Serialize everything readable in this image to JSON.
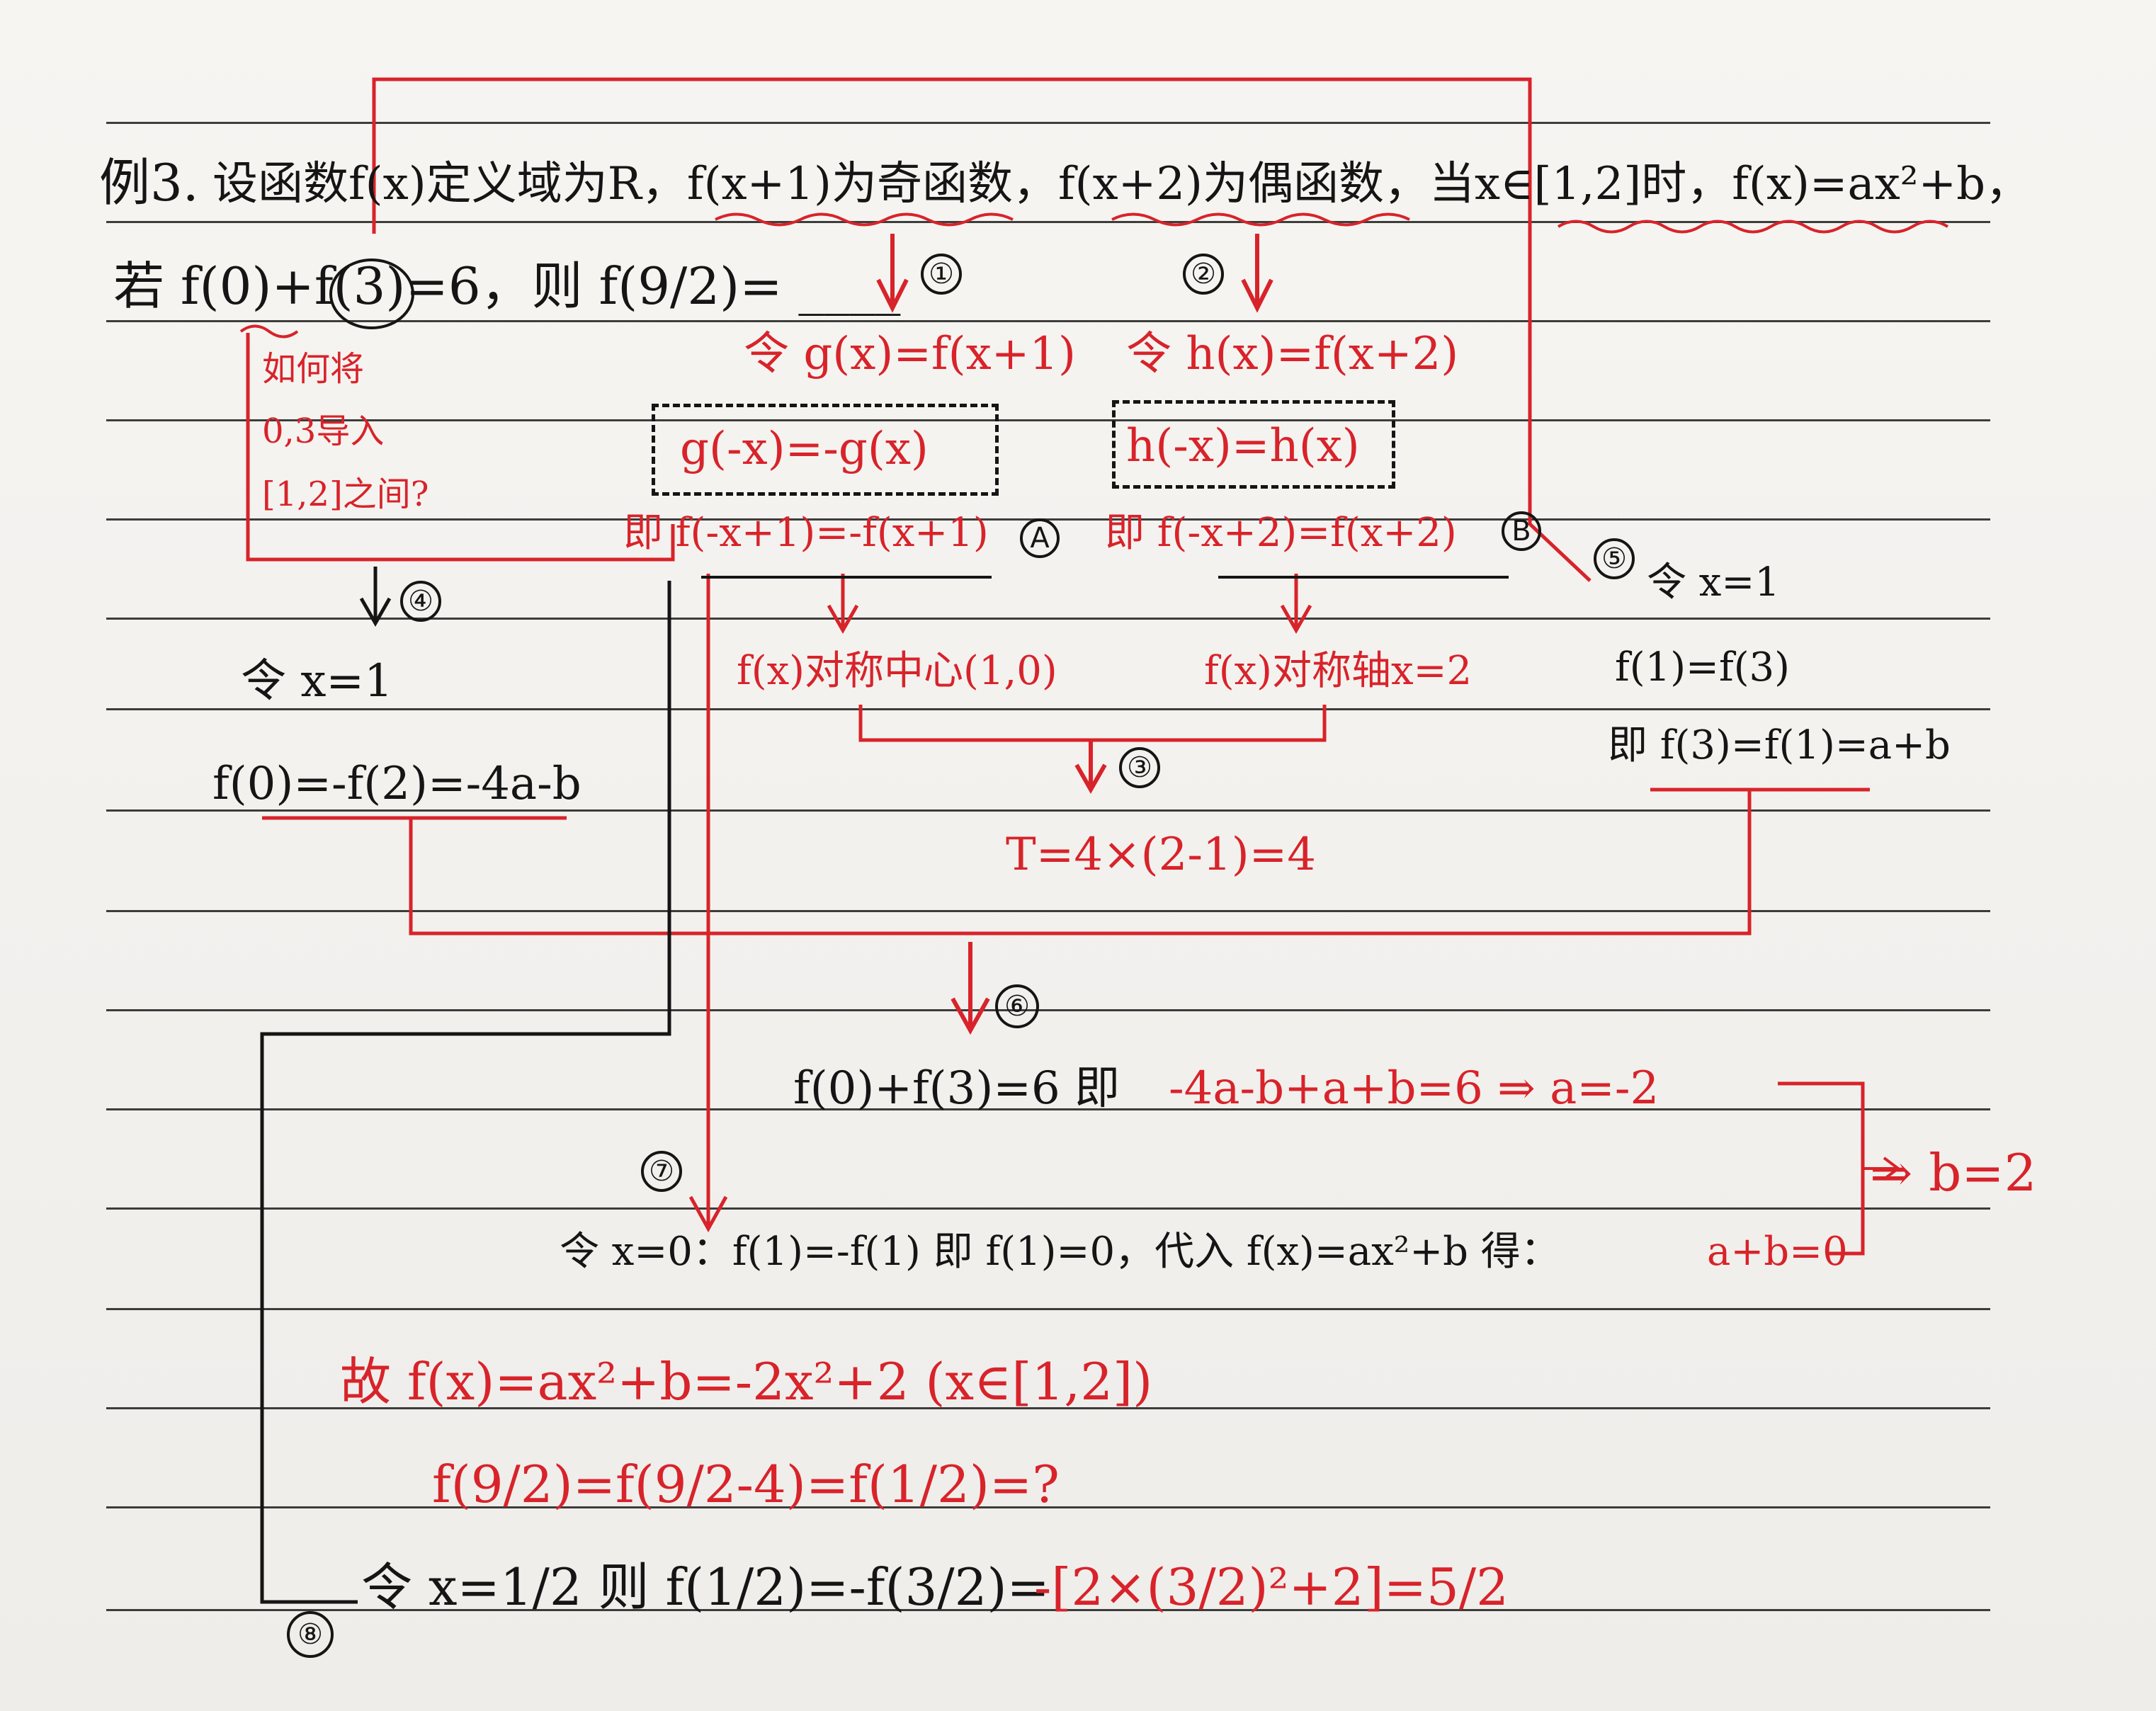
{
  "problem": {
    "line1_label": "例3.",
    "line1": "设函数f(x)定义域为R，f(x+1)为奇函数，f(x+2)为偶函数，当x∈[1,2]时，f(x)=ax²+b，",
    "line2": "若 f(0)+f(3)=6，则 f(9/2)= ____"
  },
  "margin_note": [
    "如何将",
    "0,3导入",
    "[1,2]之间?"
  ],
  "step_labels": [
    "①",
    "②",
    "③",
    "④",
    "⑤",
    "⑥",
    "⑦",
    "⑧"
  ],
  "marks": [
    "A",
    "B"
  ],
  "odd_branch": {
    "define": "令 g(x)=f(x+1)",
    "boxed": "g(-x)=-g(x)",
    "expand": "即 f(-x+1)=-f(x+1)",
    "symmetry": "f(x)对称中心(1,0)"
  },
  "even_branch": {
    "define": "令 h(x)=f(x+2)",
    "boxed": "h(-x)=h(x)",
    "expand": "即 f(-x+2)=f(x+2)",
    "symmetry": "f(x)对称轴x=2"
  },
  "period": "T=4×(2-1)=4",
  "step4": {
    "let": "令 x=1",
    "result": "f(0)=-f(2)=-4a-b"
  },
  "step5": {
    "let": "令 x=1",
    "eq1": "f(1)=f(3)",
    "eq2": "即 f(3)=f(1)=a+b"
  },
  "step6": {
    "black": "f(0)+f(3)=6 即",
    "red": "-4a-b+a+b=6 ⇒ a=-2"
  },
  "b_result": "⇒ b=2",
  "step7": {
    "black": "令 x=0：f(1)=-f(1) 即 f(1)=0，代入 f(x)=ax²+b 得：",
    "red": "a+b=0"
  },
  "conclusion": {
    "line1": "故 f(x)=ax²+b=-2x²+2 (x∈[1,2])",
    "line2": "f(9/2)=f(9/2-4)=f(1/2)=?"
  },
  "step8": {
    "black": "令 x=1/2 则 f(1/2)=-f(3/2)=",
    "red": "-[2×(3/2)²+2]=5/2"
  },
  "colors": {
    "ink_black": "#151515",
    "ink_red": "#d8232a",
    "paper": "#f3f1ee"
  }
}
